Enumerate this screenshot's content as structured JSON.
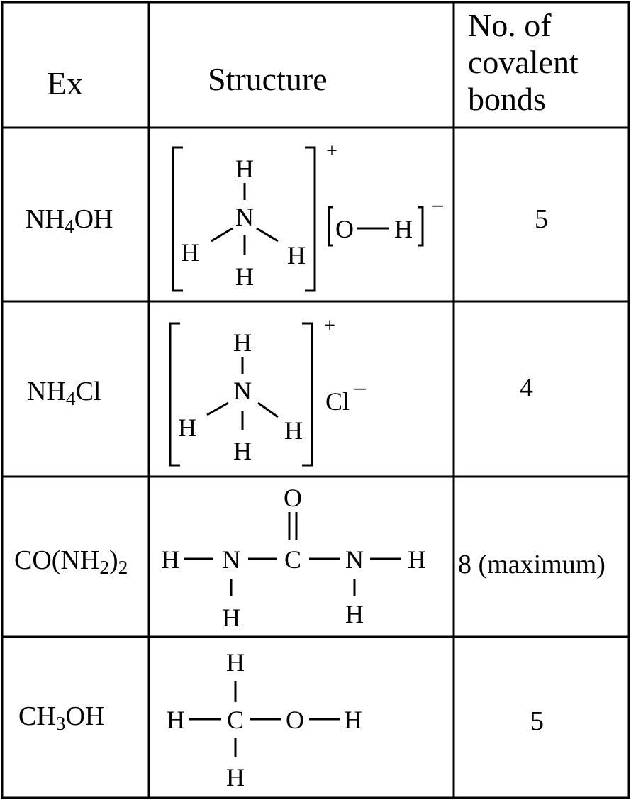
{
  "table": {
    "headers": {
      "ex": "Ex",
      "structure": "Structure",
      "bonds_line1": "No. of",
      "bonds_line2": "covalent",
      "bonds_line3": "bonds"
    },
    "rows": [
      {
        "ex_main": "NH",
        "ex_sub1": "4",
        "ex_tail": "OH",
        "bonds": "5",
        "atoms": {
          "center": "N",
          "top": "H",
          "left": "H",
          "right": "H",
          "bottom": "H"
        },
        "cation_charge": "+",
        "anion_left": "O",
        "anion_right": "H",
        "anion_charge": "−"
      },
      {
        "ex_main": "NH",
        "ex_sub1": "4",
        "ex_tail": "Cl",
        "bonds": "4",
        "atoms": {
          "center": "N",
          "top": "H",
          "left": "H",
          "right": "H",
          "bottom": "H"
        },
        "cation_charge": "+",
        "anion": "Cl",
        "anion_charge": "−"
      },
      {
        "ex_main": "CO(NH",
        "ex_sub1": "2",
        "ex_mid": ")",
        "ex_sub2": "2",
        "bonds": "8 (maximum)",
        "atoms": {
          "h_left": "H",
          "n_left": "N",
          "c": "C",
          "o": "O",
          "n_right": "N",
          "h_right": "H",
          "h_below_left": "H",
          "h_below_right": "H"
        }
      },
      {
        "ex_main": "CH",
        "ex_sub1": "3",
        "ex_tail": "OH",
        "bonds": "5",
        "atoms": {
          "h_top": "H",
          "h_left": "H",
          "c": "C",
          "o": "O",
          "h_right": "H",
          "h_bottom": "H"
        }
      }
    ]
  }
}
